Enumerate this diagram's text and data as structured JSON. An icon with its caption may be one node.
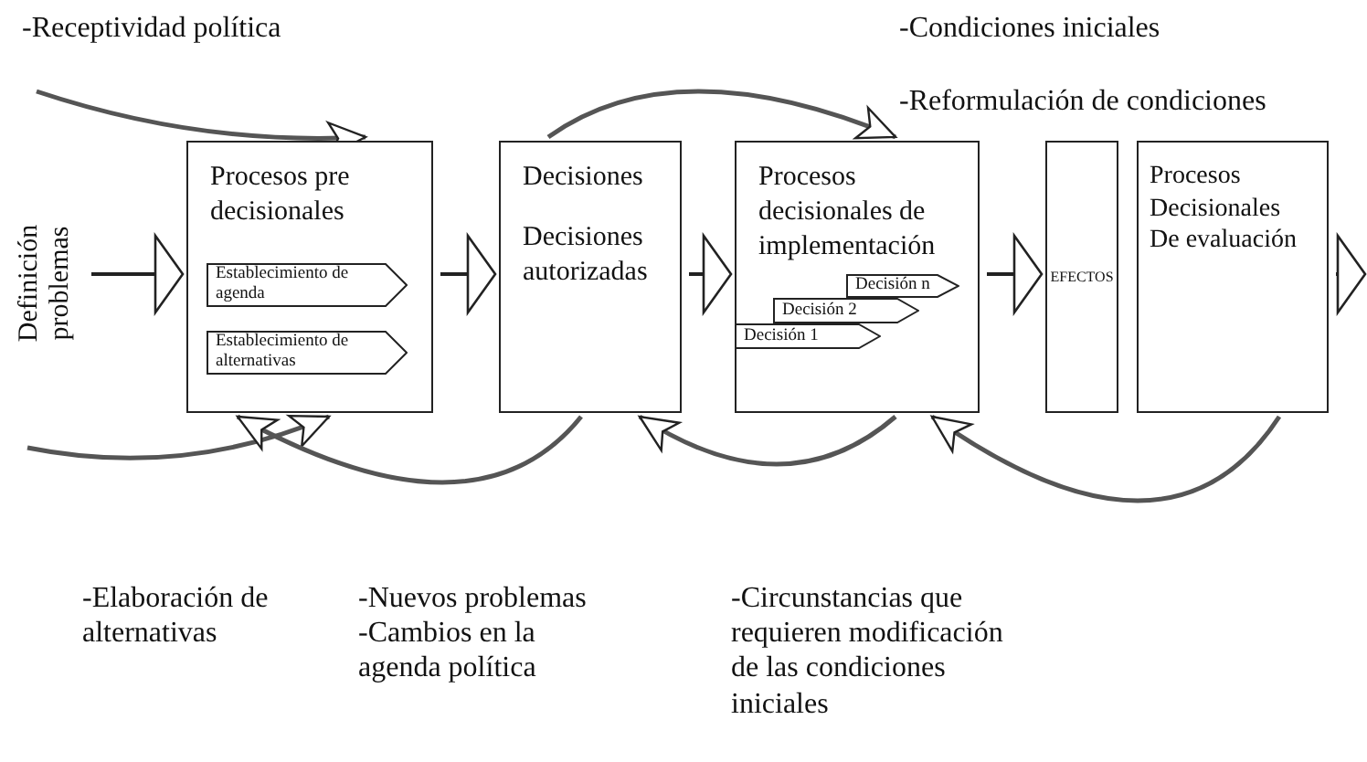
{
  "diagram": {
    "nodes": [
      {
        "text": [
          "Definición problemas"
        ]
      },
      {
        "text": [
          "Procesos pre decisionales"
        ]
      },
      {
        "text": [
          "Establecimiento de agenda"
        ],
        "in": 1
      },
      {
        "text": [
          "Establecimiento de alternativas"
        ],
        "in": 1
      },
      {
        "text": [
          "Decisiones",
          "Decisiones autorizadas"
        ]
      },
      {
        "text": [
          "Procesos decisionales de implementación"
        ]
      },
      {
        "text": [
          "Decisión n"
        ],
        "in": 5
      },
      {
        "text": [
          "Decisión 2"
        ],
        "in": 5
      },
      {
        "text": [
          "Decisión 1"
        ],
        "in": 5
      },
      {
        "text": [
          "EFECTOS"
        ]
      },
      {
        "text": [
          "Procesos Decisionales De evaluación"
        ]
      }
    ],
    "edges": [
      {
        "from": 0,
        "to": 1,
        "arrow": "to"
      },
      {
        "from": 1,
        "to": 4,
        "arrow": "to"
      },
      {
        "from": 4,
        "to": 5,
        "arrow": "to"
      },
      {
        "from": 5,
        "to": 9,
        "arrow": "to"
      },
      {
        "from": 10,
        "to": null,
        "arrow": "to"
      },
      {
        "from": null,
        "to": 1,
        "arrow": "to"
      },
      {
        "from": 4,
        "to": 5,
        "arrow": "to"
      },
      {
        "from": null,
        "to": 1,
        "arrow": "to"
      },
      {
        "from": 4,
        "to": 1,
        "arrow": "to"
      },
      {
        "from": 5,
        "to": 4,
        "arrow": "to"
      },
      {
        "from": 10,
        "to": 5,
        "arrow": "to"
      }
    ],
    "labels": [
      "-Receptividad política",
      "-Condiciones iniciales",
      "-Reformulación de condiciones",
      "-Elaboración de alternativas",
      "-Nuevos problemas",
      "-Cambios en la agenda política",
      "-Circunstancias que requieren modificación de las condiciones iniciales"
    ]
  }
}
